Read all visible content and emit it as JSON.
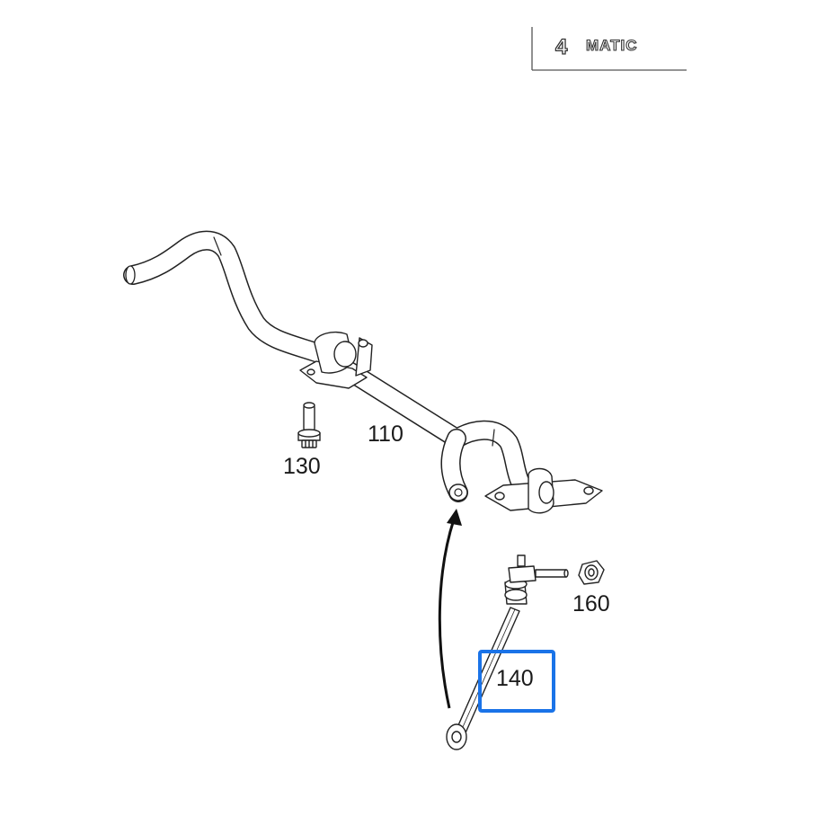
{
  "badge": {
    "logo_text": "4MATIC",
    "logo_digit": "4",
    "logo_word": "MATIC"
  },
  "parts": {
    "stabilizer_bar": "110",
    "bolt": "130",
    "link": "140",
    "nut": "160"
  },
  "highlight": {
    "target": "140",
    "color": "#1a73e8"
  }
}
